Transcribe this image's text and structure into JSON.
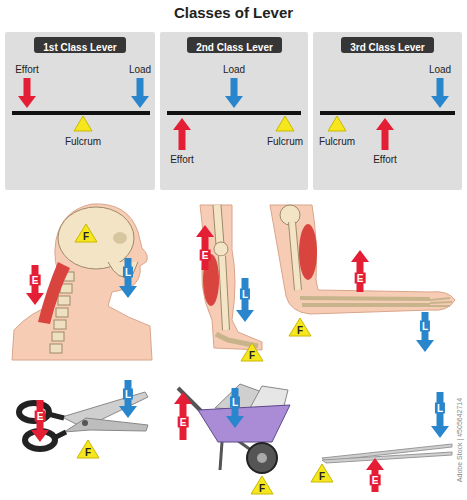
{
  "diagram": {
    "title": "Classes of Lever",
    "nodes": [
      {
        "text": [
          "Effort",
          "Load",
          "Fulcrum"
        ]
      },
      {
        "text": [
          "1st Class Lever"
        ],
        "in": 0
      },
      {
        "text": [
          "Load",
          "Effort",
          "Fulcrum"
        ]
      },
      {
        "text": [
          "2nd Class Lever"
        ],
        "in": 2
      },
      {
        "text": [
          "Load",
          "Fulcrum",
          "Effort"
        ]
      },
      {
        "text": [
          "3rd Class Lever"
        ],
        "in": 4
      }
    ],
    "labels": [
      "F",
      "E",
      "L",
      "E",
      "L",
      "F",
      "E",
      "F",
      "L",
      "E",
      "F",
      "L",
      "E",
      "L",
      "F",
      "L",
      "F",
      "E",
      "Adobe Stock | #505642714"
    ]
  }
}
